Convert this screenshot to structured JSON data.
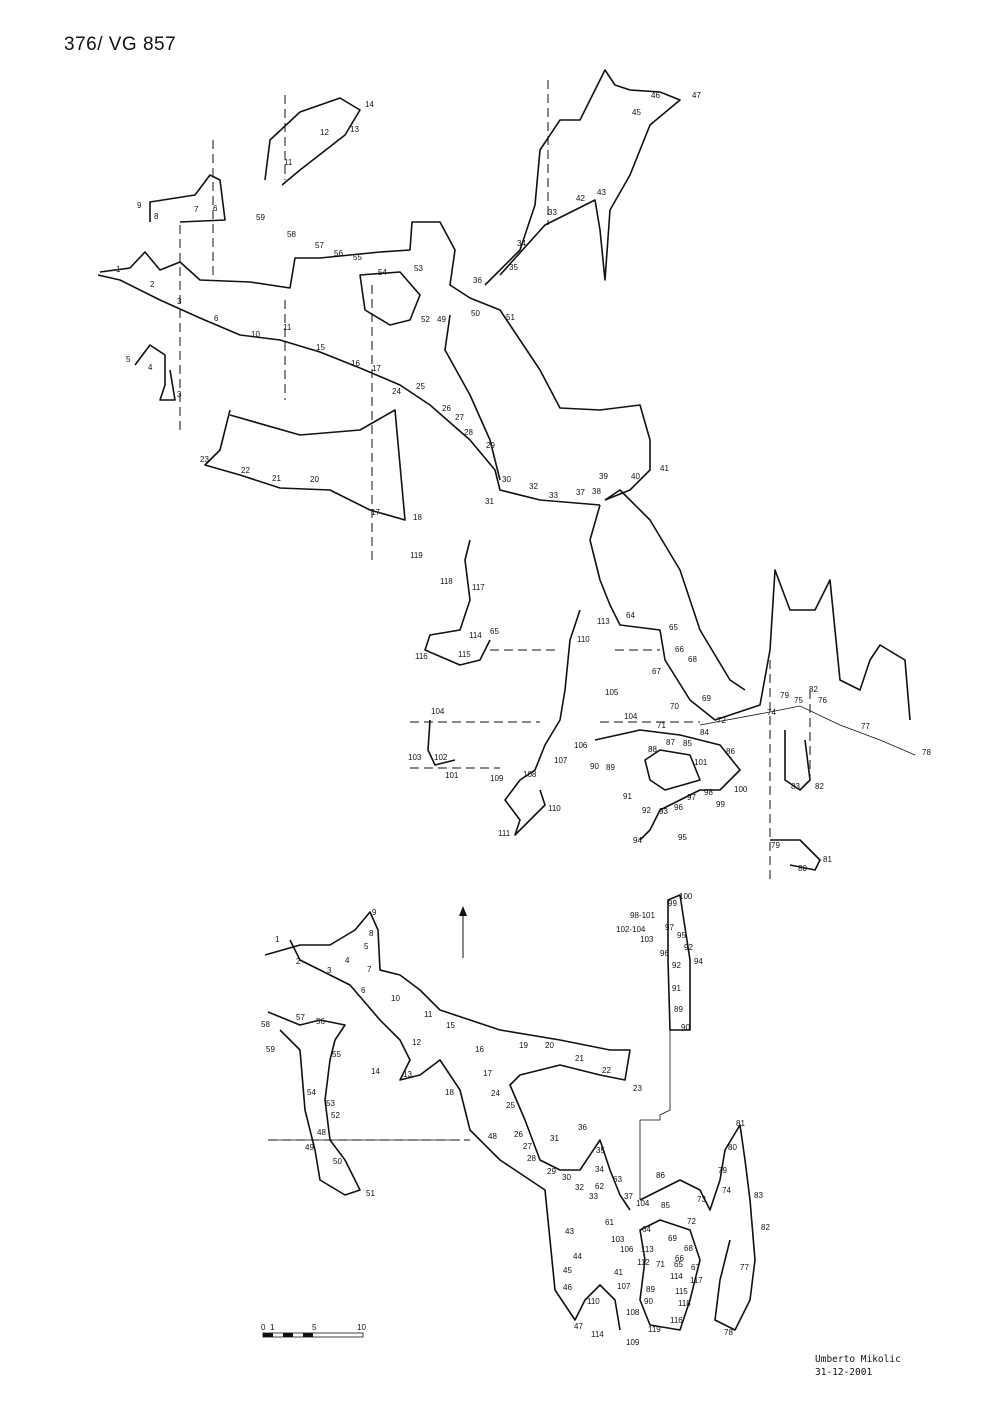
{
  "title": "376/ VG 857",
  "author": {
    "name": "Umberto Mikolic",
    "date": "31-12-2001"
  },
  "scale_bar": {
    "ticks": [
      "0",
      "1",
      "5",
      "10"
    ]
  },
  "plan_stations": [
    "14",
    "12",
    "13",
    "11",
    "9",
    "8",
    "7",
    "6",
    "59",
    "58",
    "57",
    "56",
    "55",
    "54",
    "53",
    "1",
    "2",
    "3",
    "6",
    "10",
    "11",
    "15",
    "16",
    "17",
    "5",
    "4",
    "3",
    "52",
    "49",
    "50",
    "51",
    "25",
    "24",
    "26",
    "27",
    "28",
    "29",
    "23",
    "22",
    "21",
    "20",
    "17",
    "18",
    "30",
    "32",
    "31",
    "33",
    "37",
    "38",
    "39",
    "40",
    "41",
    "36",
    "35",
    "34",
    "33",
    "42",
    "43",
    "45",
    "46",
    "47",
    "119",
    "118",
    "117",
    "114",
    "65",
    "116",
    "115",
    "113",
    "64",
    "110",
    "65",
    "66",
    "68",
    "67",
    "105",
    "69",
    "70",
    "104",
    "71",
    "72",
    "74",
    "79",
    "75",
    "82",
    "76",
    "77",
    "78",
    "84",
    "87",
    "85",
    "88",
    "86",
    "106",
    "107",
    "90",
    "89",
    "101",
    "104",
    "103",
    "102",
    "101",
    "108",
    "109",
    "91",
    "92",
    "93",
    "96",
    "97",
    "98",
    "100",
    "99",
    "95",
    "94",
    "110",
    "111",
    "83",
    "82",
    "79",
    "80",
    "81"
  ],
  "section_stations": [
    "9",
    "8",
    "1",
    "5",
    "4",
    "3",
    "7",
    "2",
    "6",
    "10",
    "11",
    "15",
    "12",
    "16",
    "19",
    "20",
    "21",
    "22",
    "23",
    "14",
    "13",
    "17",
    "18",
    "24",
    "25",
    "48",
    "26",
    "27",
    "28",
    "31",
    "36",
    "35",
    "34",
    "29",
    "30",
    "32",
    "62",
    "63",
    "33",
    "37",
    "104",
    "86",
    "85",
    "73",
    "74",
    "79",
    "80",
    "81",
    "83",
    "82",
    "72",
    "69",
    "68",
    "66",
    "67",
    "43",
    "61",
    "64",
    "103",
    "44",
    "106",
    "113",
    "112",
    "45",
    "71",
    "65",
    "114",
    "117",
    "46",
    "41",
    "107",
    "89",
    "115",
    "118",
    "90",
    "110",
    "108",
    "116",
    "119",
    "47",
    "114",
    "109",
    "78",
    "77",
    "100",
    "99",
    "98-101",
    "102-104",
    "103",
    "97",
    "95",
    "96",
    "92",
    "94",
    "92",
    "91",
    "89",
    "90",
    "57",
    "58",
    "56",
    "59",
    "55",
    "54",
    "53",
    "52",
    "49",
    "48",
    "50",
    "51"
  ]
}
